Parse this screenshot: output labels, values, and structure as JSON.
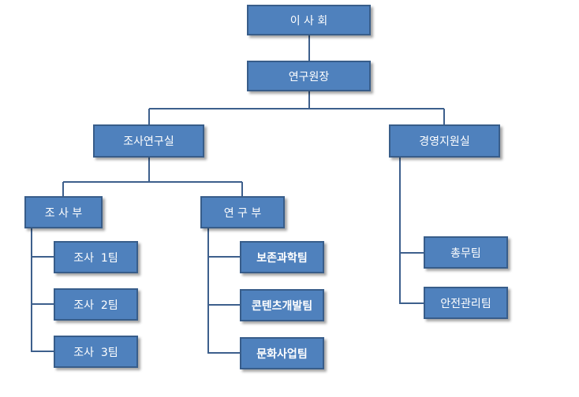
{
  "org_chart": {
    "board": "이 사 회",
    "director": "연구원장",
    "research_office": {
      "title": "조사연구실",
      "survey_dept": {
        "title": "조 사 부",
        "teams": [
          "조사  1팀",
          "조사  2팀",
          "조사  3팀"
        ]
      },
      "research_dept": {
        "title": "연 구 부",
        "teams": [
          "보존과학팀",
          "콘텐츠개발팀",
          "문화사업팀"
        ]
      }
    },
    "management_office": {
      "title": "경영지원실",
      "teams": [
        "총무팀",
        "안전관리팀"
      ]
    }
  },
  "colors": {
    "node_fill": "#4f81bd",
    "node_border": "#385d8a",
    "connector": "#3d5f8c",
    "text": "#ffffff"
  }
}
